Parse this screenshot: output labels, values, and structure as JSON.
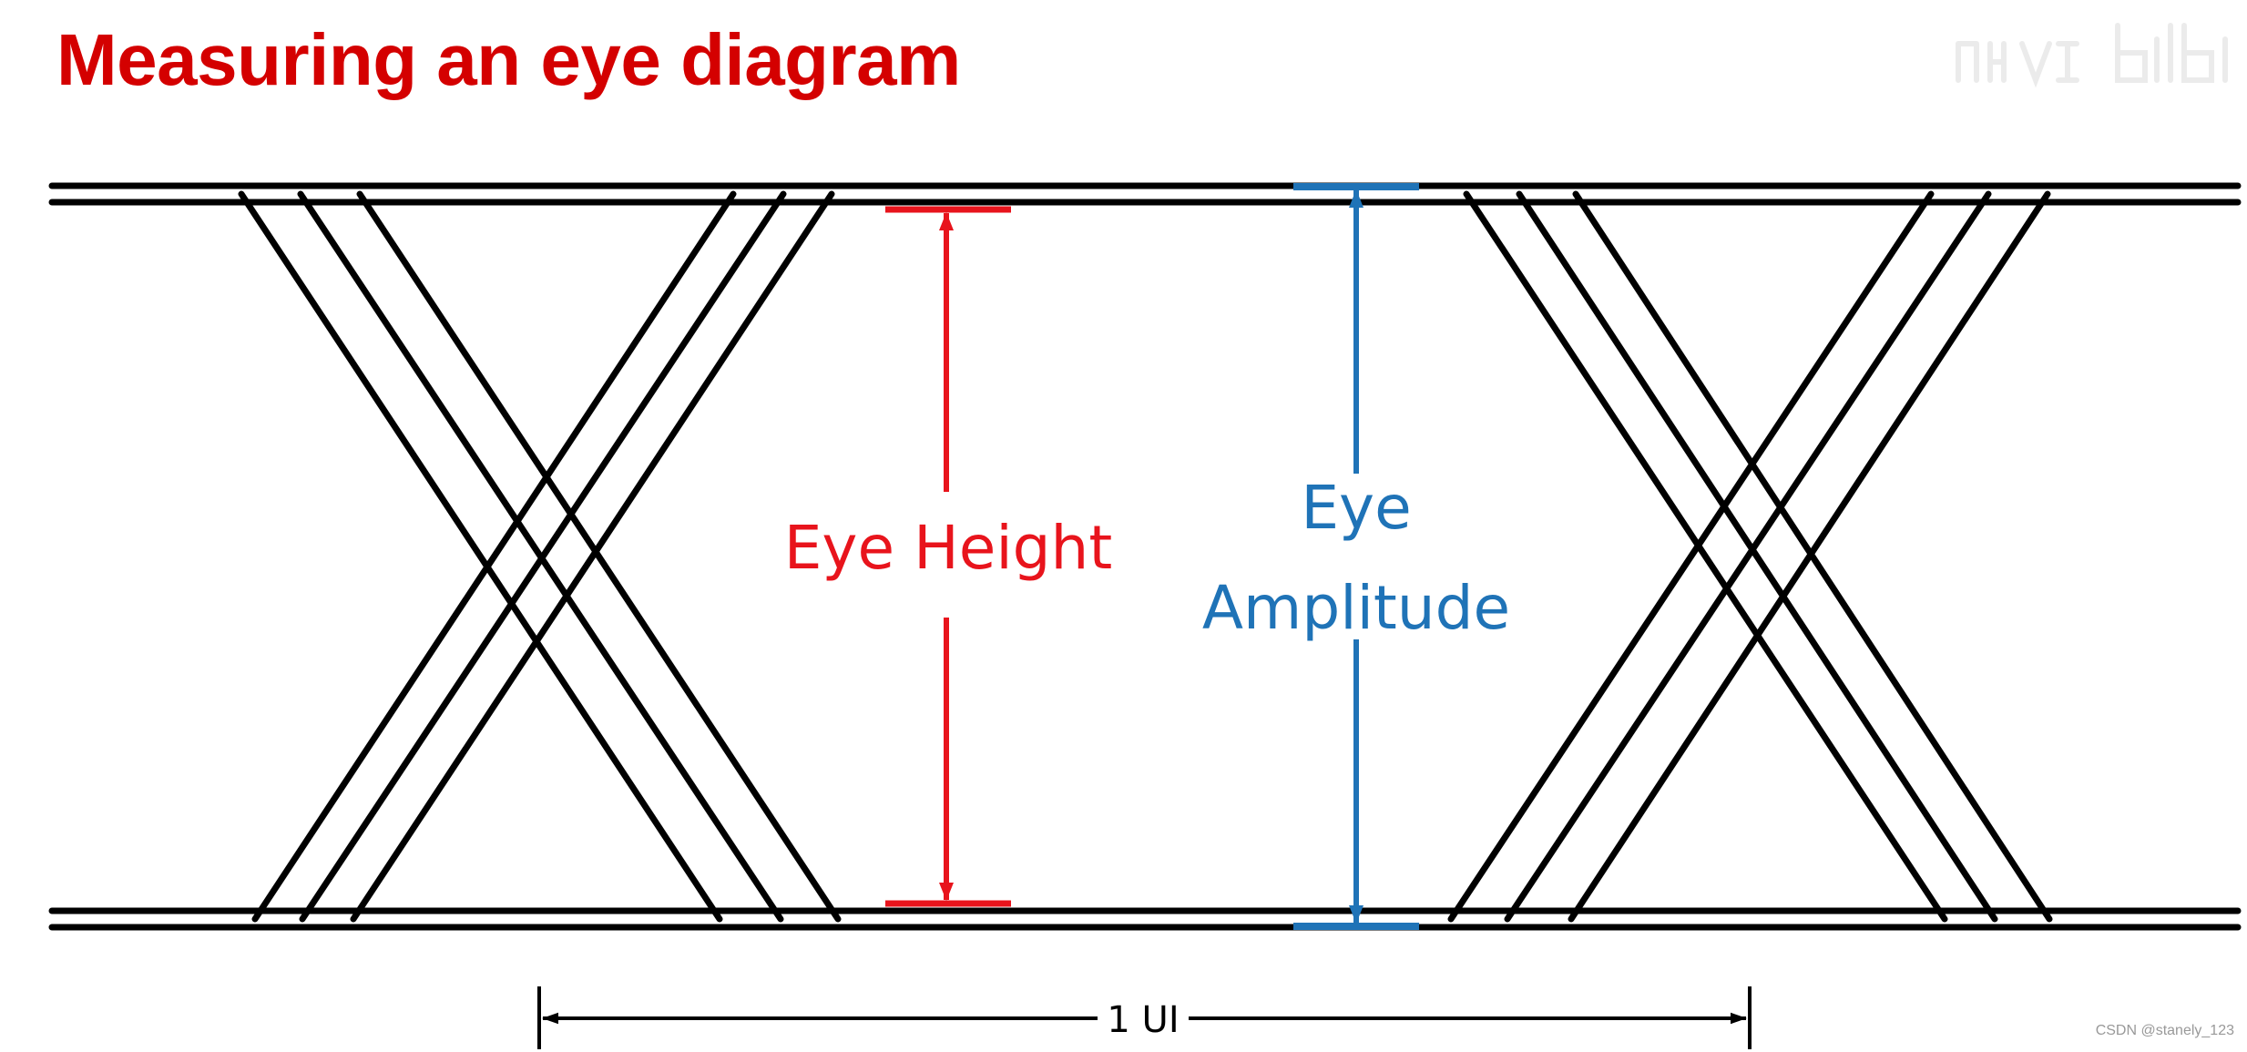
{
  "title": "Measuring an eye diagram",
  "labels": {
    "eye_height": "Eye Height",
    "eye_amplitude_line1": "Eye",
    "eye_amplitude_line2": "Amplitude",
    "unit_interval": "1 UI"
  },
  "colors": {
    "title": "#d40000",
    "eye_height": "#e8141c",
    "eye_amplitude": "#1f73b7",
    "traces": "#000000"
  },
  "credit": "CSDN @stanely_123"
}
